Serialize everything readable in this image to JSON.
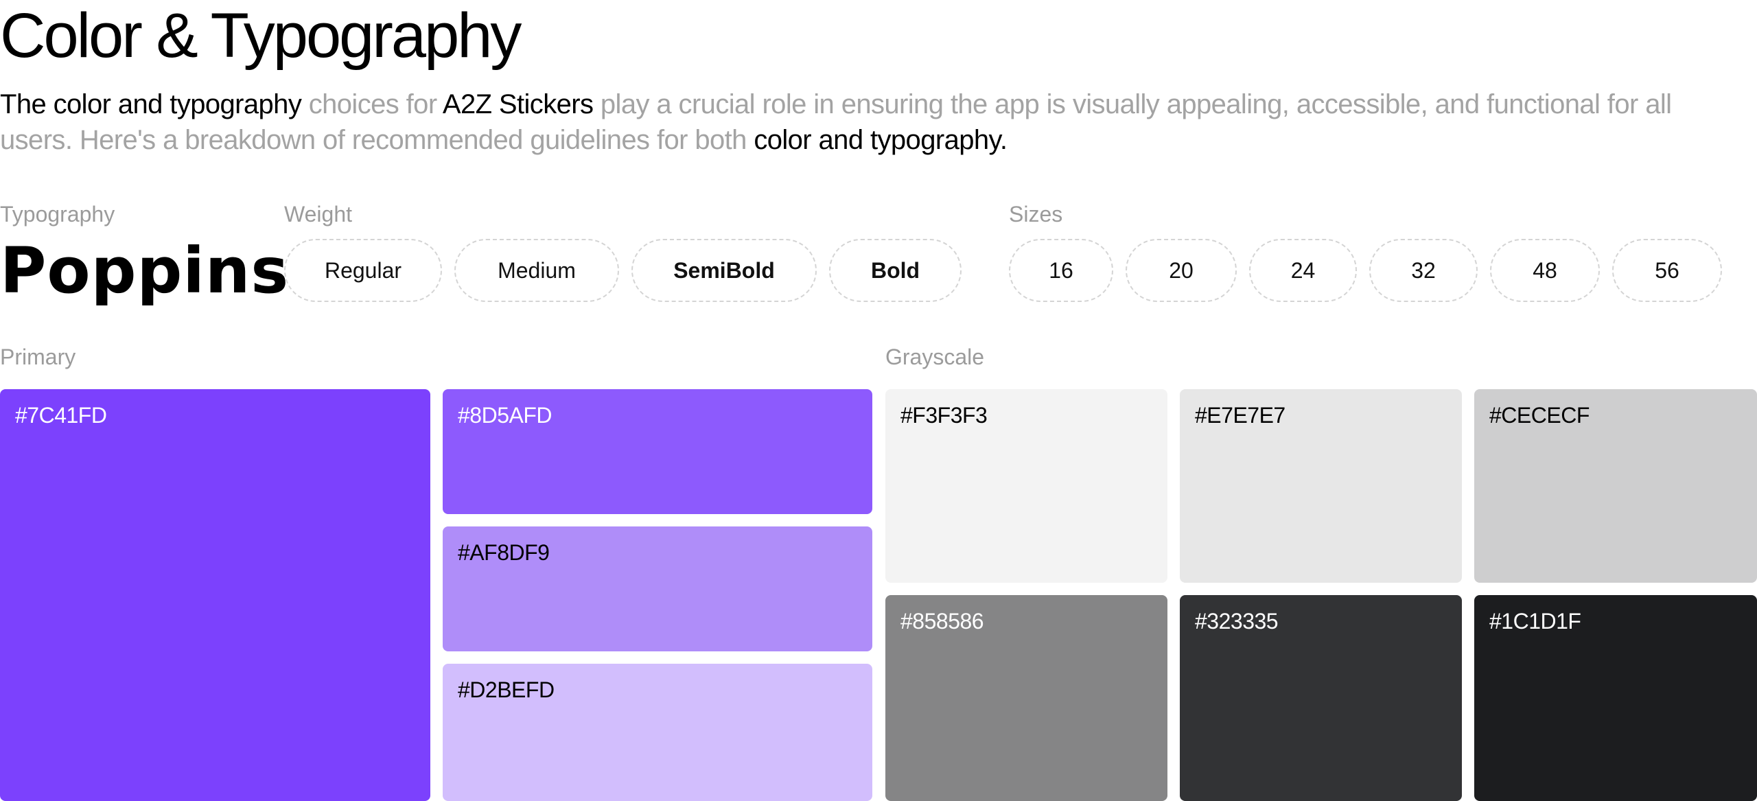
{
  "title": "Color & Typography",
  "intro": {
    "part1": "The color and typography",
    "part2": " choices for ",
    "part3": "A2Z Stickers",
    "part4": " play a crucial role in ensuring the app is visually appealing, accessible, and functional for all users. Here's a breakdown of recommended guidelines for both ",
    "part5": "color and typography."
  },
  "typography": {
    "label": "Typography",
    "font_name": "Poppins"
  },
  "weight": {
    "label": "Weight",
    "items": [
      "Regular",
      "Medium",
      "SemiBold",
      "Bold"
    ]
  },
  "sizes": {
    "label": "Sizes",
    "items": [
      "16",
      "20",
      "24",
      "32",
      "48",
      "56"
    ]
  },
  "primary": {
    "label": "Primary",
    "swatches": [
      {
        "hex": "#7C41FD",
        "color": "#7C41FD",
        "text_color": "#ffffff"
      },
      {
        "hex": "#8D5AFD",
        "color": "#8D5AFD",
        "text_color": "#ffffff"
      },
      {
        "hex": "#AF8DF9",
        "color": "#AF8DF9",
        "text_color": "#000000"
      },
      {
        "hex": "#D2BEFD",
        "color": "#D2BEFD",
        "text_color": "#000000"
      }
    ]
  },
  "grayscale": {
    "label": "Grayscale",
    "swatches": [
      {
        "hex": "#F3F3F3",
        "color": "#F3F3F3",
        "text_color": "#000000"
      },
      {
        "hex": "#E7E7E7",
        "color": "#E7E7E7",
        "text_color": "#000000"
      },
      {
        "hex": "#CECECF",
        "color": "#CECECF",
        "text_color": "#000000"
      },
      {
        "hex": "#858586",
        "color": "#858586",
        "text_color": "#ffffff"
      },
      {
        "hex": "#323335",
        "color": "#323335",
        "text_color": "#ffffff"
      },
      {
        "hex": "#1C1D1F",
        "color": "#1C1D1F",
        "text_color": "#ffffff"
      }
    ]
  }
}
